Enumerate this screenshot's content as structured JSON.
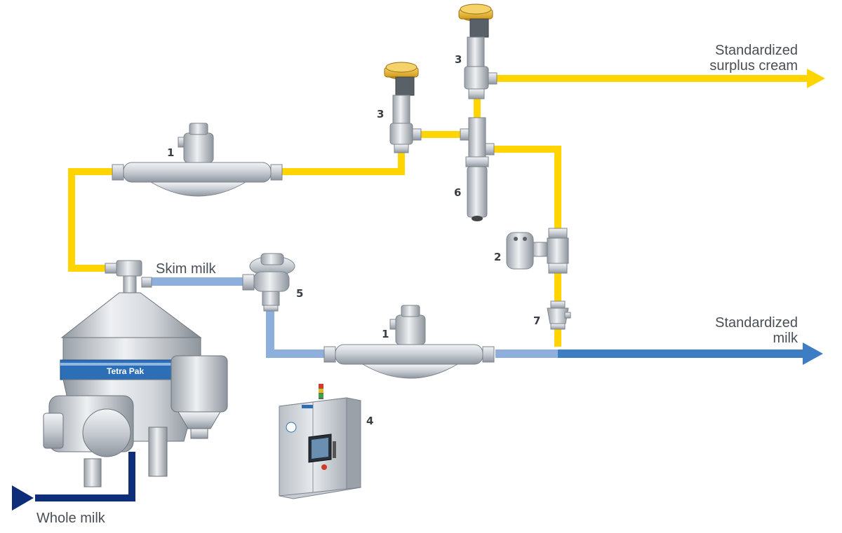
{
  "labels": {
    "standardized_surplus_cream_line1": "Standardized",
    "standardized_surplus_cream_line2": "surplus cream",
    "standardized_milk_line1": "Standardized",
    "standardized_milk_line2": "milk",
    "skim_milk": "Skim milk",
    "whole_milk": "Whole milk"
  },
  "component_numbers": {
    "flow_meter_cream": "1",
    "flow_meter_skim": "1",
    "density_transmitter": "2",
    "control_valve_upper": "3",
    "control_valve_lower": "3",
    "control_panel": "4",
    "constant_pressure_valve": "5",
    "shut_off_valve": "6",
    "check_valve": "7"
  },
  "brand": {
    "separator_logo": "Tetra Pak"
  },
  "colors": {
    "cream_pipe": "#FFD400",
    "skim_pipe": "#8EAEDC",
    "standardized_milk_pipe": "#3C7DC4",
    "whole_milk_pipe": "#0F2E7A",
    "steel": "#C9CED4",
    "valve_top": "#E9B93A"
  }
}
